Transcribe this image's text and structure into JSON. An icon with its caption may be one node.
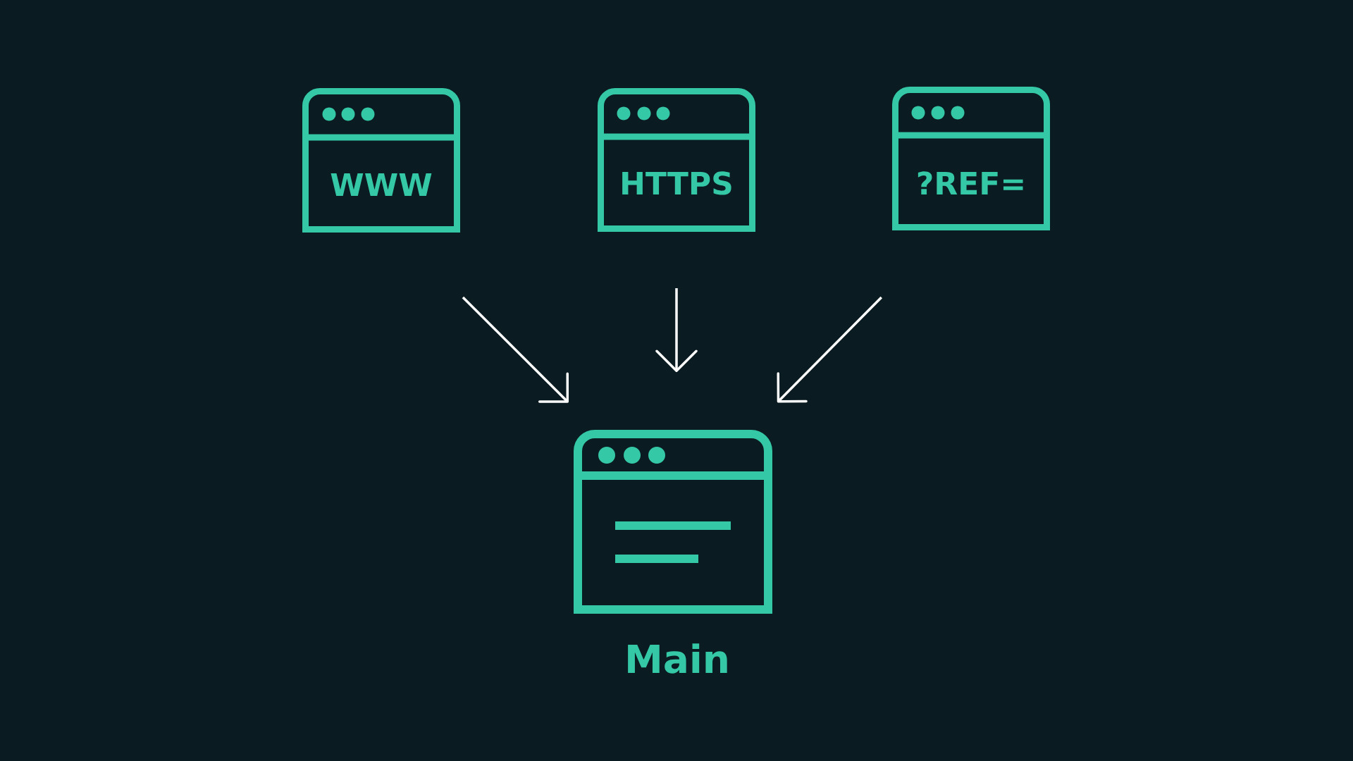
{
  "diagram": {
    "nodes": [
      {
        "text": [
          "WWW"
        ]
      },
      {
        "text": [
          "HTTPS"
        ]
      },
      {
        "text": [
          "?REF="
        ]
      },
      {
        "text": [
          "Main"
        ]
      }
    ],
    "edges": [
      {
        "from": 0,
        "to": 3,
        "arrow": "to"
      },
      {
        "from": 1,
        "to": 3,
        "arrow": "to"
      },
      {
        "from": 2,
        "to": 3,
        "arrow": "to"
      }
    ]
  }
}
